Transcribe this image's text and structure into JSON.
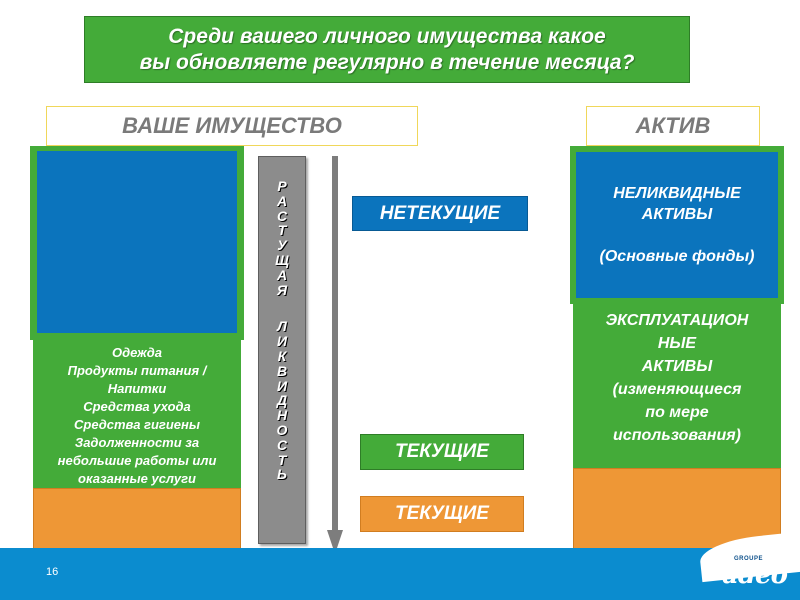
{
  "title": {
    "line1": "Среди вашего личного имущества какое",
    "line2": "вы обновляете регулярно в течение месяца?"
  },
  "headers": {
    "left": "ВАШЕ ИМУЩЕСТВО",
    "right": "АКТИВ"
  },
  "left_list": [
    "Одежда",
    "Продукты питания /",
    "Напитки",
    "Средства ухода",
    "Средства гигиены",
    "Задолженности за",
    "небольшие работы или",
    "оказанные услуги"
  ],
  "liquidity_bar": {
    "word1": [
      "Р",
      "А",
      "С",
      "Т",
      "У",
      "Щ",
      "А",
      "Я"
    ],
    "word2": [
      "Л",
      "И",
      "К",
      "В",
      "И",
      "Д",
      "Н",
      "О",
      "С",
      "Т",
      "Ь"
    ]
  },
  "labels": {
    "noncurrent": "НЕТЕКУЩИЕ",
    "current1": "ТЕКУЩИЕ",
    "current2": "ТЕКУЩИЕ"
  },
  "right_blue": {
    "line1": "НЕЛИКВИДНЫЕ",
    "line2": "АКТИВЫ",
    "line3": "(Основные фонды)"
  },
  "right_list": [
    "ЭКСПЛУАТАЦИОН",
    "НЫЕ",
    "АКТИВЫ",
    "(изменяющиеся",
    "по мере",
    "использования)"
  ],
  "footer": {
    "page_number": "16",
    "logo_groupe": "GROUPE",
    "logo_name": "adeo"
  },
  "colors": {
    "green": "#44ab39",
    "blue": "#0b74bd",
    "orange": "#ee9736",
    "gray": "#8c8c8c",
    "footer_blue": "#0b8ccf"
  }
}
